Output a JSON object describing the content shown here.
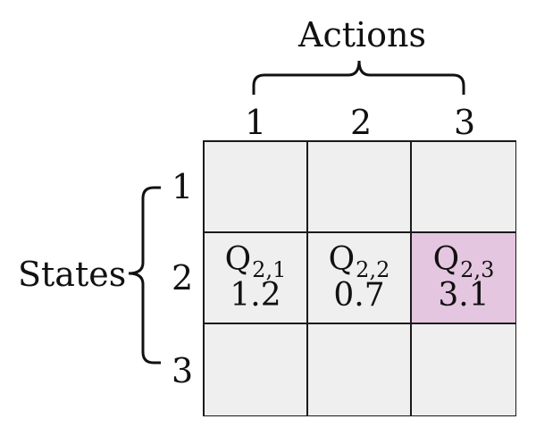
{
  "actions_label": "Actions",
  "states_label": "States",
  "columns": [
    "1",
    "2",
    "3"
  ],
  "rows": [
    "1",
    "2",
    "3"
  ],
  "cells": [
    [
      {
        "q": "",
        "sub": "",
        "value": ""
      },
      {
        "q": "",
        "sub": "",
        "value": ""
      },
      {
        "q": "",
        "sub": "",
        "value": ""
      }
    ],
    [
      {
        "q": "Q",
        "sub": "2,1",
        "value": "1.2"
      },
      {
        "q": "Q",
        "sub": "2,2",
        "value": "0.7"
      },
      {
        "q": "Q",
        "sub": "2,3",
        "value": "3.1"
      }
    ],
    [
      {
        "q": "",
        "sub": "",
        "value": ""
      },
      {
        "q": "",
        "sub": "",
        "value": ""
      },
      {
        "q": "",
        "sub": "",
        "value": ""
      }
    ]
  ],
  "highlight_color": "#e5c6e0",
  "cell_color": "#efefef"
}
